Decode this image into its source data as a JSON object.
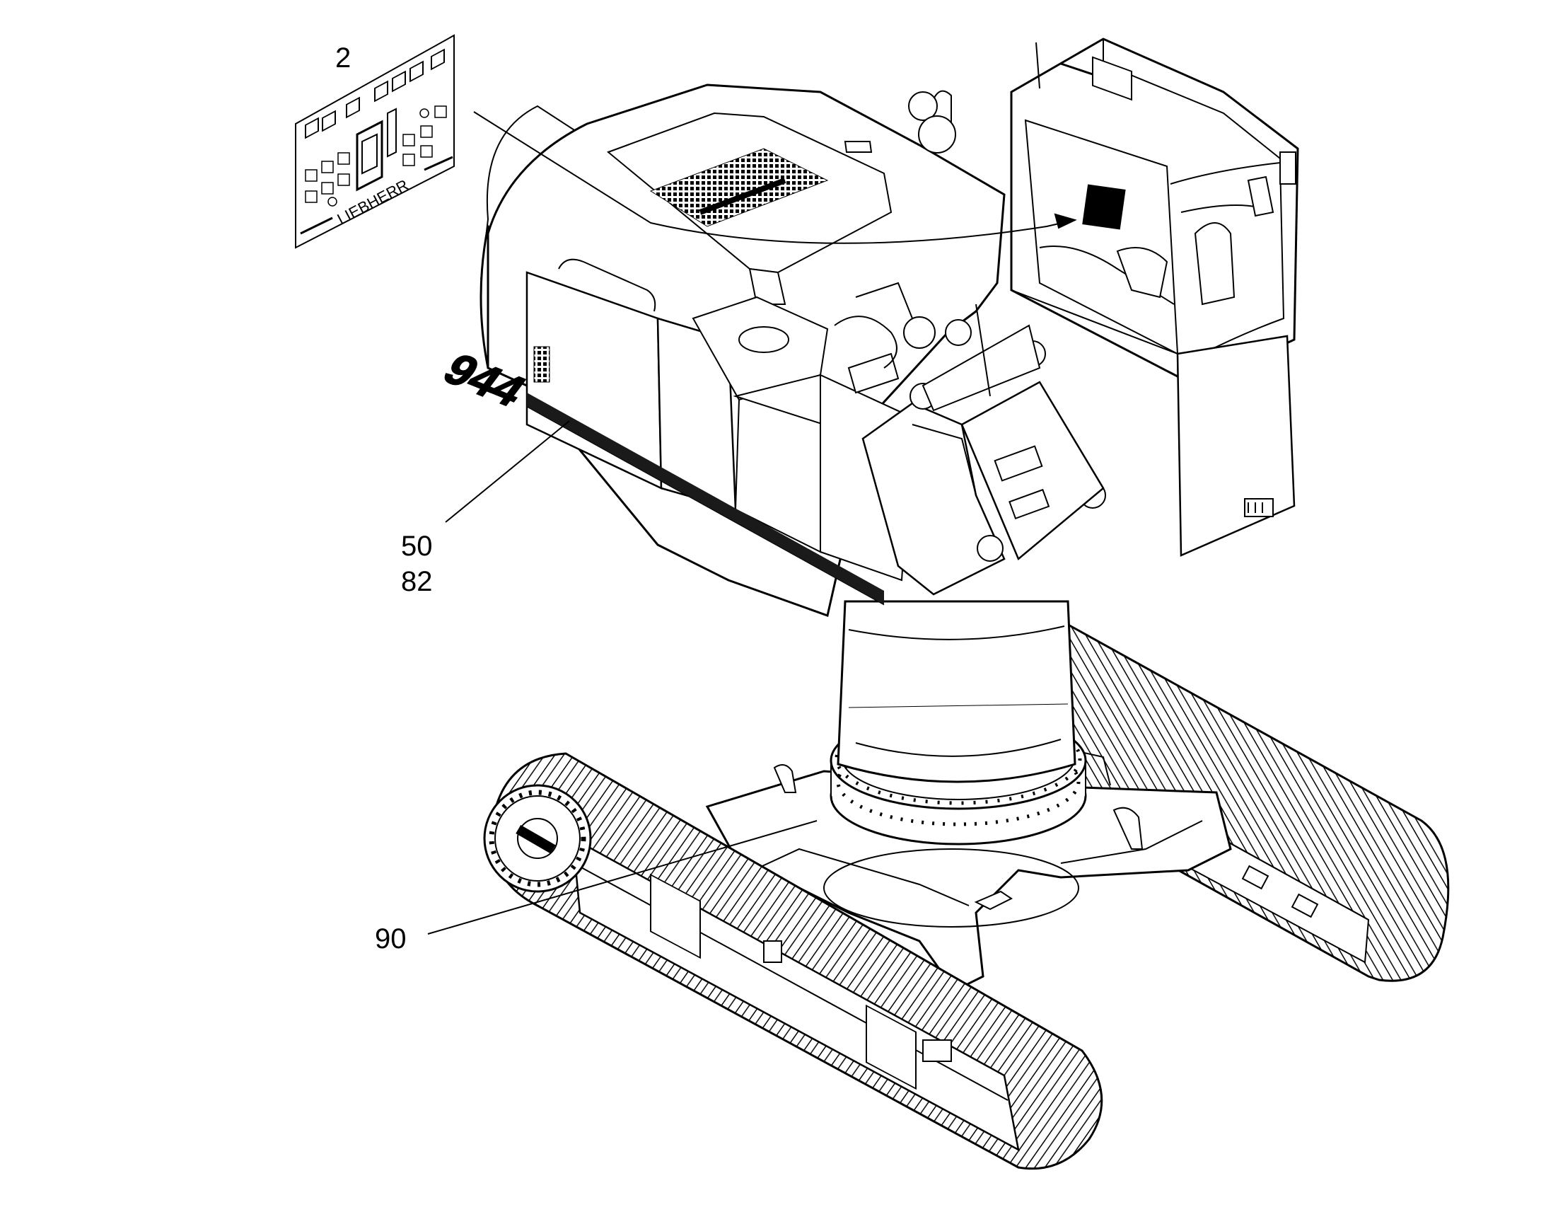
{
  "callouts": {
    "decal": "2",
    "model_decal_a": "50",
    "model_decal_b": "82",
    "undercarriage": "90"
  },
  "decal_panel": {
    "brand": "LIEBHERR"
  },
  "machine": {
    "model_lettering": "944"
  },
  "colors": {
    "line": "#000000",
    "background": "#ffffff",
    "stripe": "#1a1a1a"
  }
}
